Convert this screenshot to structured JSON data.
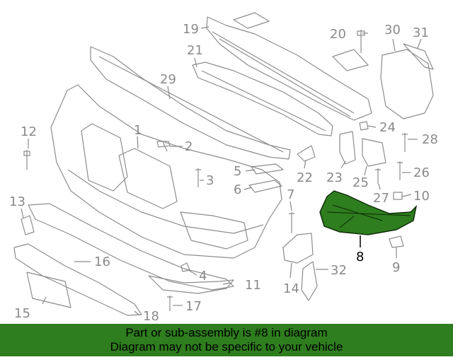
{
  "callouts": {
    "c1": "1",
    "c2": "2",
    "c3": "3",
    "c4": "4",
    "c5": "5",
    "c6": "6",
    "c7": "7",
    "c8": "8",
    "c9": "9",
    "c10": "10",
    "c11": "11",
    "c12": "12",
    "c13": "13",
    "c14": "14",
    "c15": "15",
    "c16": "16",
    "c17": "17",
    "c18": "18",
    "c19": "19",
    "c20": "20",
    "c21": "21",
    "c22": "22",
    "c23": "23",
    "c24": "24",
    "c25": "25",
    "c26": "26",
    "c27": "27",
    "c28": "28",
    "c29": "29",
    "c30": "30",
    "c31": "31",
    "c32": "32"
  },
  "highlight": {
    "part_number": "8",
    "color": "#2e7d1e"
  },
  "banner": {
    "line1": "Part or sub-assembly is #8 in diagram",
    "line2": "Diagram may not be specific to your vehicle",
    "background": "#2e7d1e"
  }
}
